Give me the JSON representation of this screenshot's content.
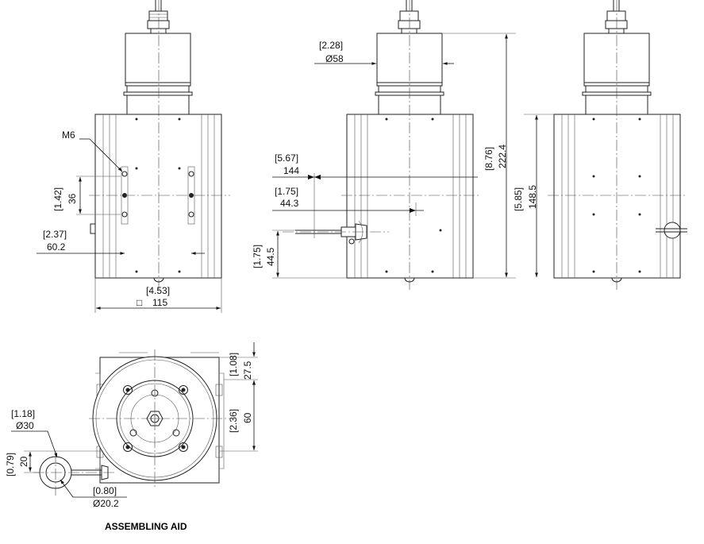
{
  "front_view": {
    "thread_label": "M6",
    "hole_spacing_in": "[1.42]",
    "hole_spacing_mm": "36",
    "hole_offset_in": "[2.37]",
    "hole_offset_mm": "60.2",
    "width_in": "[4.53]",
    "width_symbol": "□",
    "width_mm": "115"
  },
  "side_view": {
    "top_dia_in": "[2.28]",
    "top_dia_mm": "Ø58",
    "offset_a_in": "[5.67]",
    "offset_a_mm": "144",
    "offset_b_in": "[1.75]",
    "offset_b_mm": "44.3",
    "offset_c_in": "[1.75]",
    "offset_c_mm": "44.5",
    "height_in": "[8.76]",
    "height_mm": "222.4"
  },
  "right_view": {
    "body_height_in": "[5.85]",
    "body_height_mm": "148.5"
  },
  "bottom_view": {
    "dim_top_in": "[1.08]",
    "dim_top_mm": "27.5",
    "dim_mid_in": "[2.36]",
    "dim_mid_mm": "60"
  },
  "assembling_aid": {
    "outer_dia_in": "[1.18]",
    "outer_dia_mm": "Ø30",
    "offset_in": "[0.79]",
    "offset_mm": "20",
    "inner_dia_in": "[0.80]",
    "inner_dia_mm": "Ø20.2",
    "caption": "ASSEMBLING AID"
  }
}
